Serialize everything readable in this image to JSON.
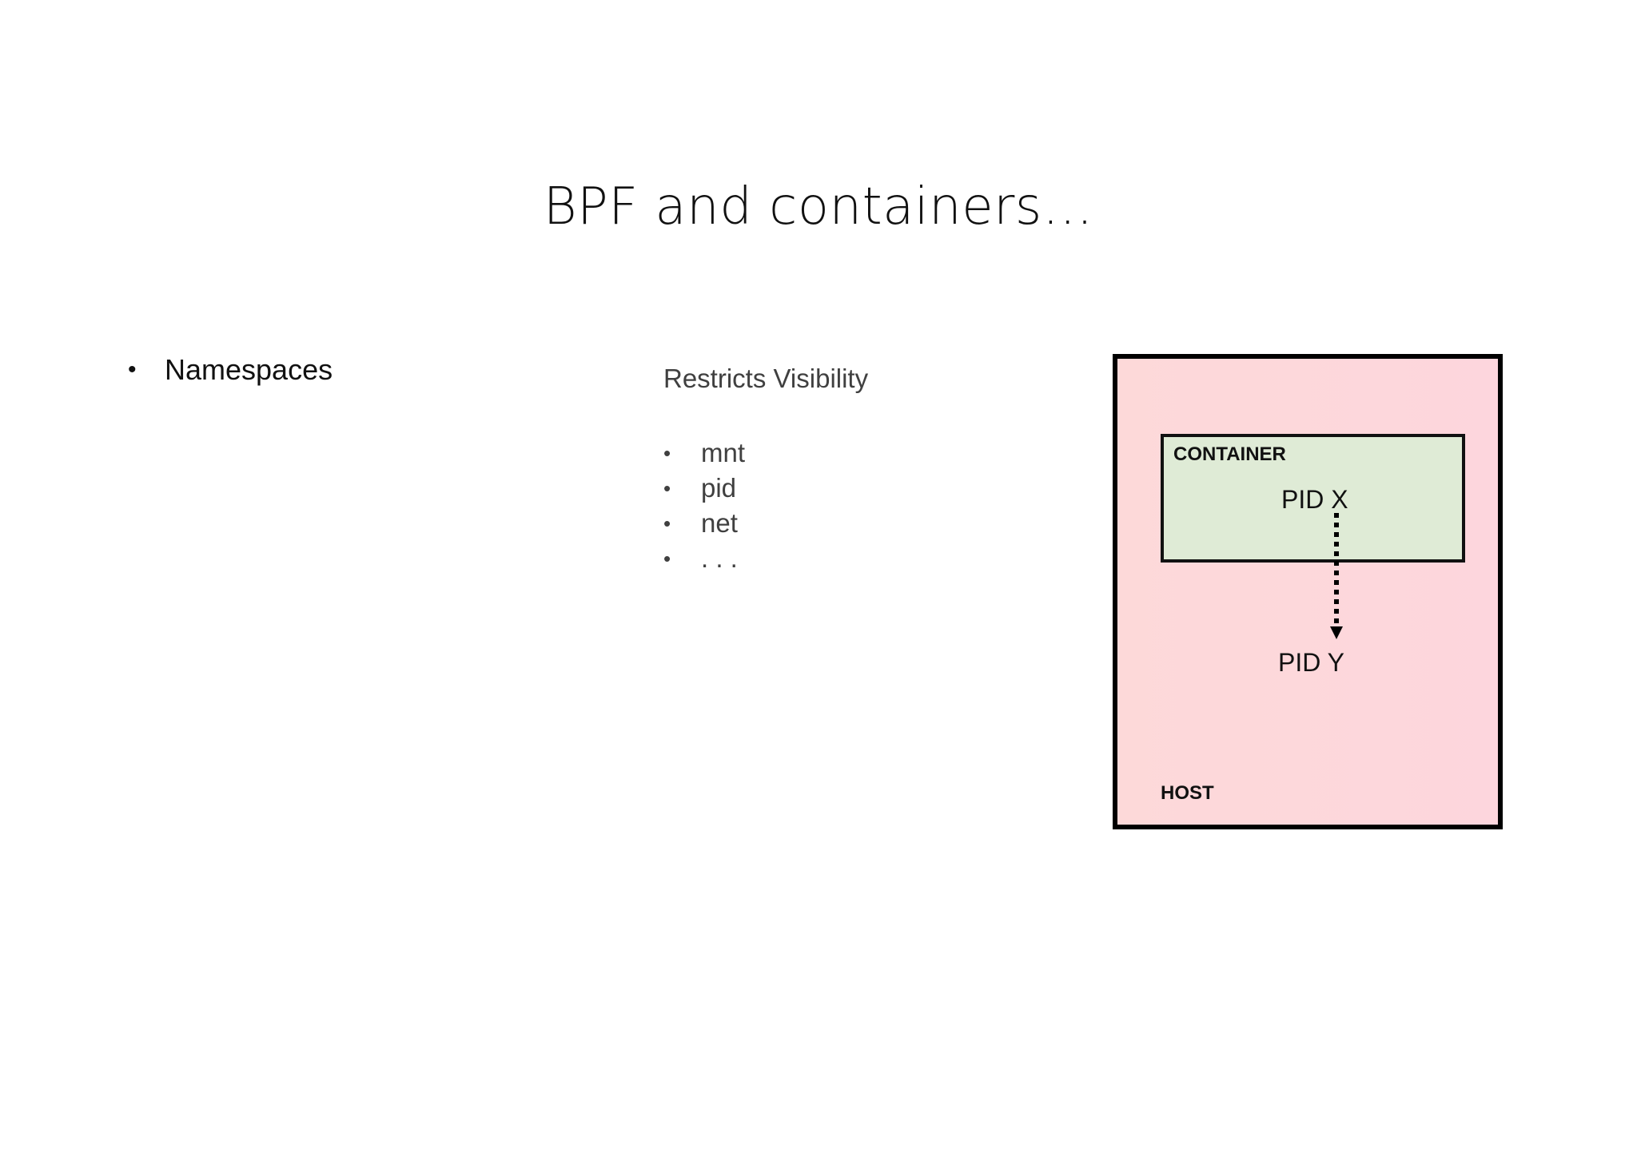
{
  "slide": {
    "title": "BPF and containers…",
    "left_bullets": [
      {
        "label": "Namespaces"
      }
    ],
    "middle": {
      "heading": "Restricts Visibility",
      "items": [
        "mnt",
        "pid",
        "net",
        ". . ."
      ]
    },
    "diagram": {
      "host_label": "HOST",
      "container_label": "CONTAINER",
      "pid_inner": "PID X",
      "pid_outer": "PID Y",
      "colors": {
        "host_fill": "#fdd9d9",
        "container_fill": "#dfebd6",
        "border": "#000000"
      }
    },
    "bullet_glyph": "•"
  }
}
